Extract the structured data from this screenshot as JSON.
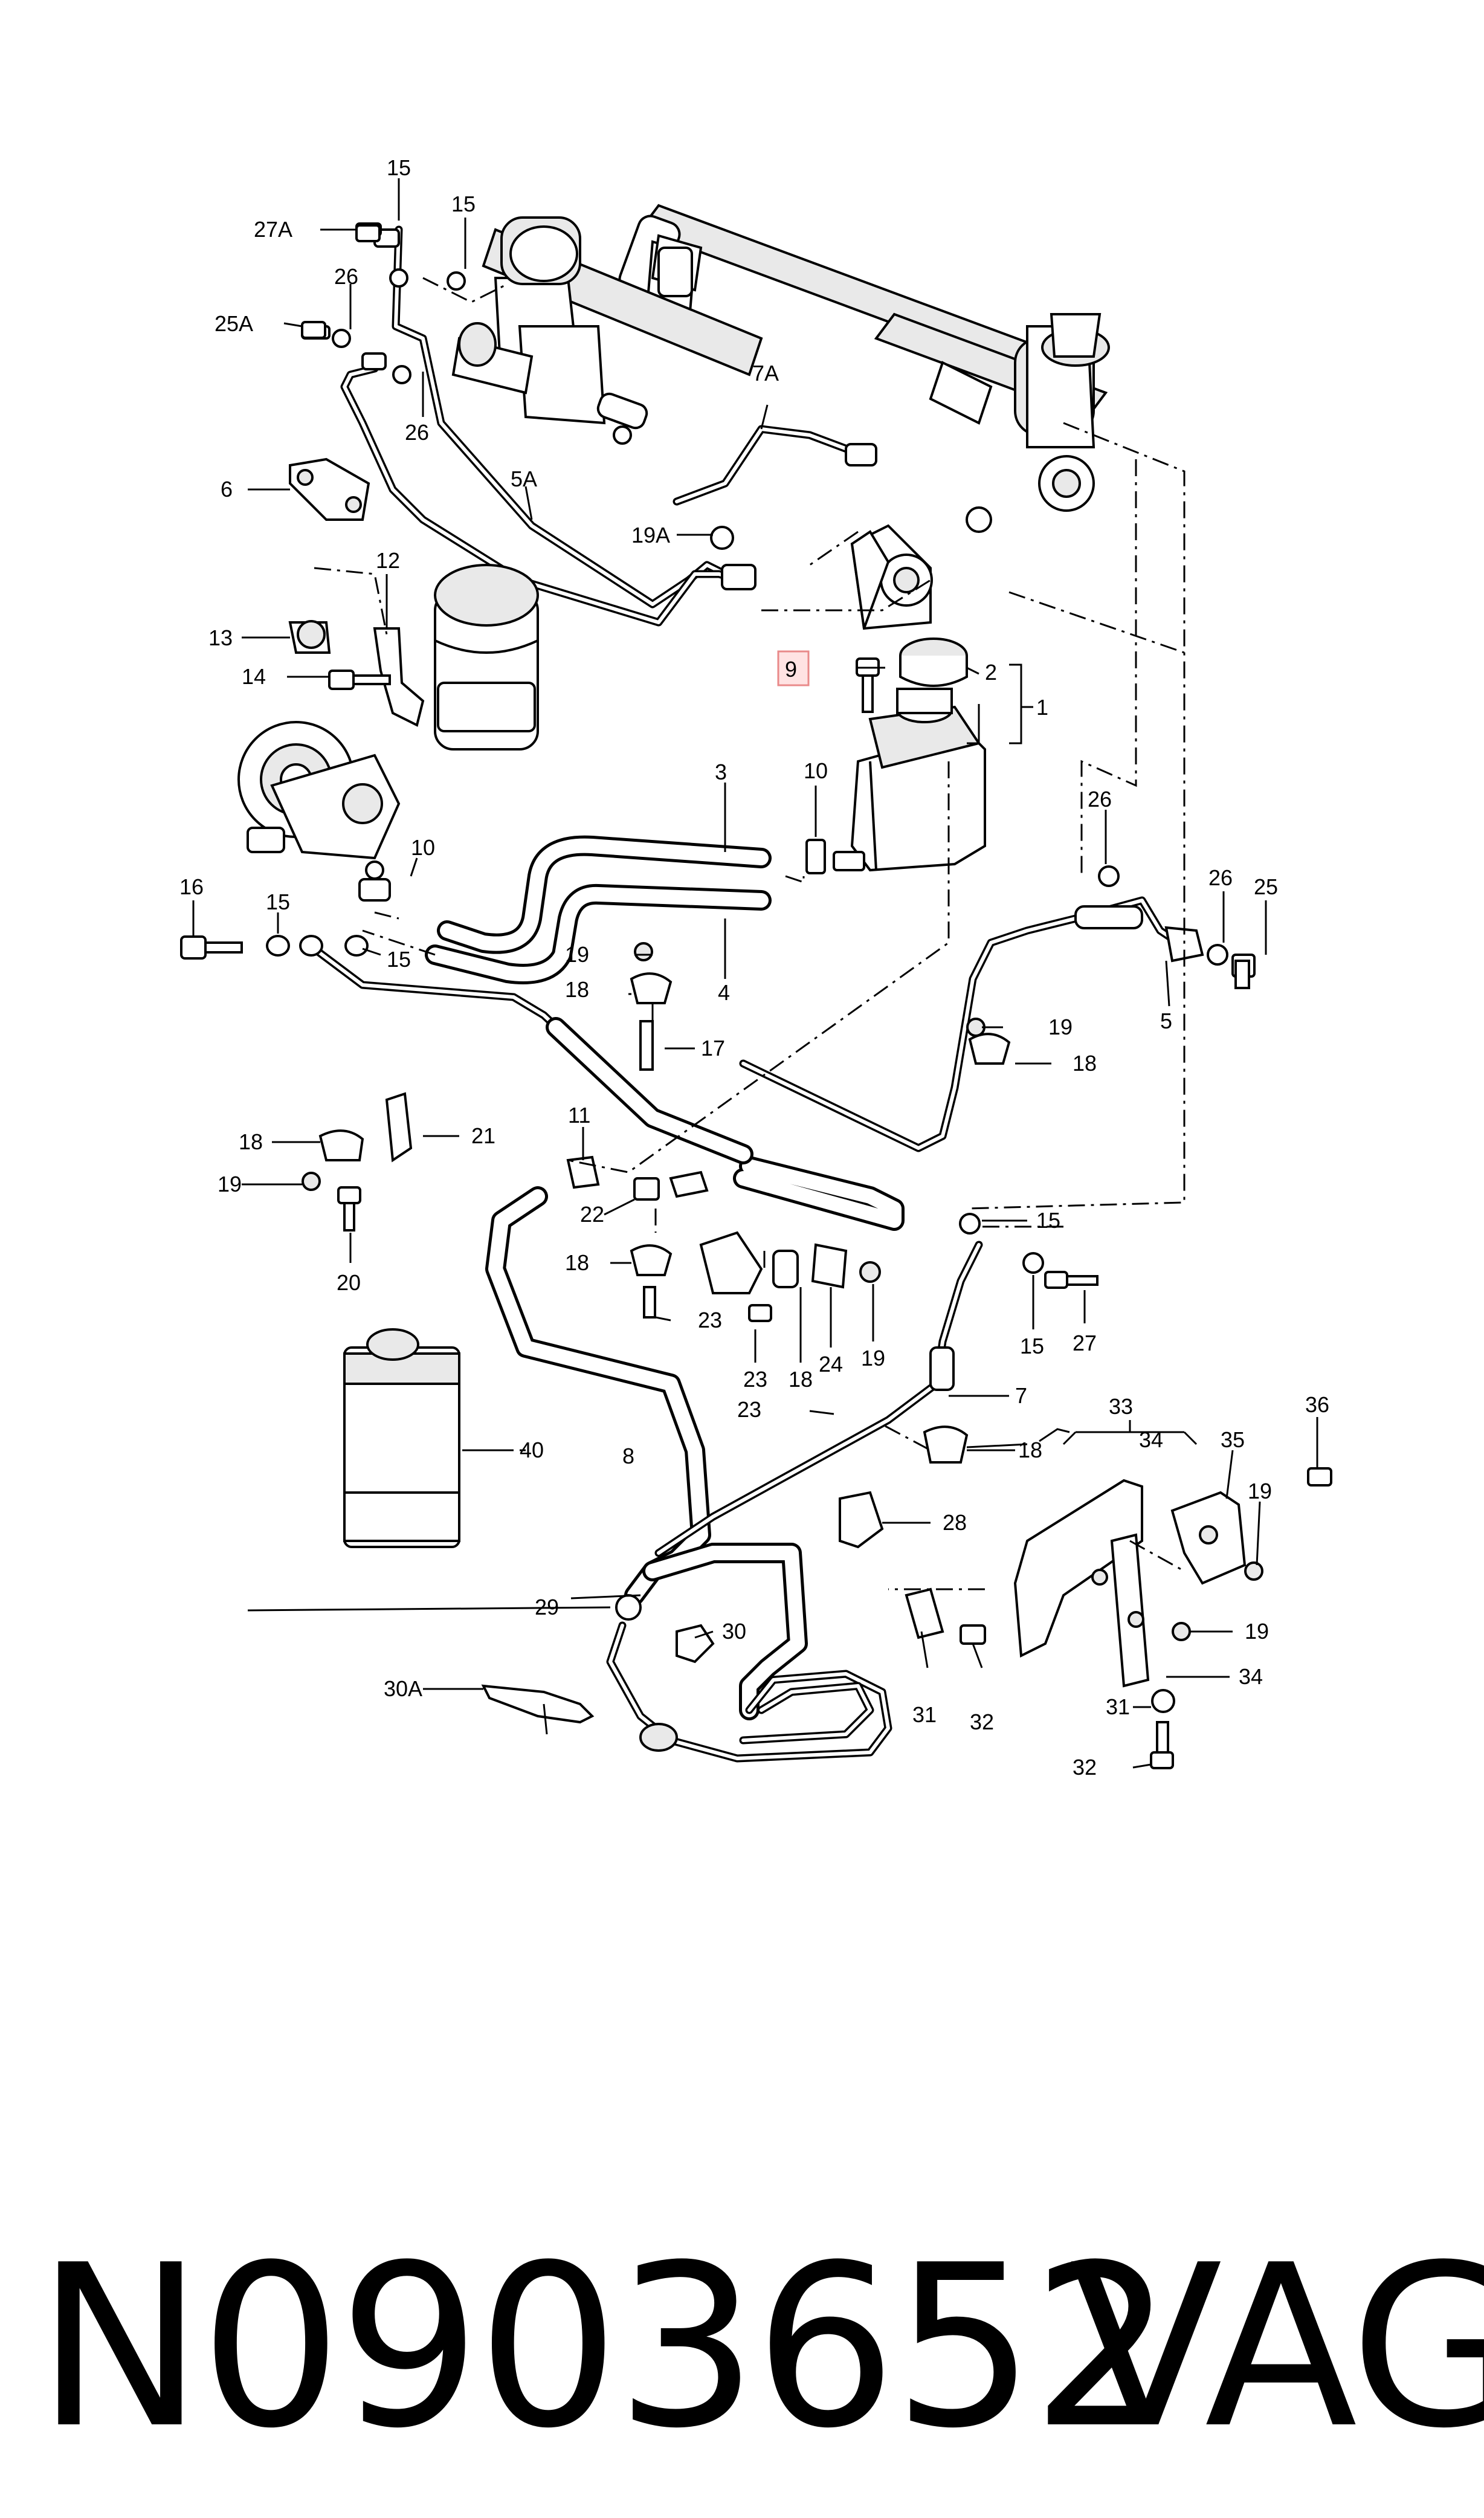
{
  "callouts": {
    "c1": "1",
    "c2": "2",
    "c3": "3",
    "c4": "4",
    "c5": "5",
    "c5a": "5A",
    "c6": "6",
    "c7": "7",
    "c7a": "7A",
    "c8": "8",
    "c9": "9",
    "c10a": "10",
    "c10b": "10",
    "c11": "11",
    "c12": "12",
    "c13": "13",
    "c14": "14",
    "c15a": "15",
    "c15b": "15",
    "c15c": "15",
    "c15d": "15",
    "c15e": "15",
    "c15f": "15",
    "c16": "16",
    "c17": "17",
    "c18a": "18",
    "c18b": "18",
    "c18c": "18",
    "c18d": "18",
    "c18e": "18",
    "c18f": "18",
    "c19a": "19",
    "c19b": "19",
    "c19c": "19",
    "c19d": "19",
    "c19e": "19",
    "c19f": "19",
    "c19a_lbl": "19A",
    "c20": "20",
    "c21": "21",
    "c22": "22",
    "c23a": "23",
    "c23b": "23",
    "c23c": "23",
    "c24": "24",
    "c25": "25",
    "c25a": "25A",
    "c26a": "26",
    "c26b": "26",
    "c26c": "26",
    "c26d": "26",
    "c27": "27",
    "c27a": "27A",
    "c28": "28",
    "c29": "29",
    "c30": "30",
    "c30a": "30A",
    "c31a": "31",
    "c31b": "31",
    "c32a": "32",
    "c32b": "32",
    "c33": "33",
    "c34a": "34",
    "c34b": "34",
    "c35": "35",
    "c36": "36",
    "c40": "40"
  },
  "highlighted_part": "9",
  "highlight_color": "#ffe3e3",
  "part_number": "N0903652",
  "brand": "VAG"
}
